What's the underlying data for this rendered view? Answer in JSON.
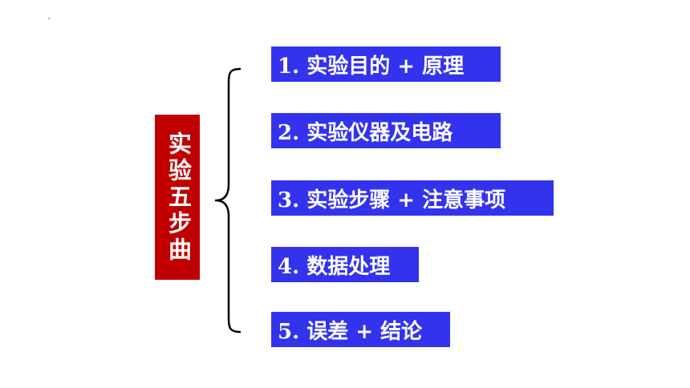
{
  "slide": {
    "title": "实验五步曲",
    "steps": [
      {
        "label": "1. 实验目的 + 原理"
      },
      {
        "label": "2. 实验仪器及电路"
      },
      {
        "label": "3. 实验步骤 + 注意事项"
      },
      {
        "label": "4. 数据处理"
      },
      {
        "label": "5. 误差 + 结论"
      }
    ]
  },
  "colors": {
    "title_background": "#c00000",
    "step_background": "#3333ee",
    "text": "#ffffff",
    "brace": "#000000"
  }
}
